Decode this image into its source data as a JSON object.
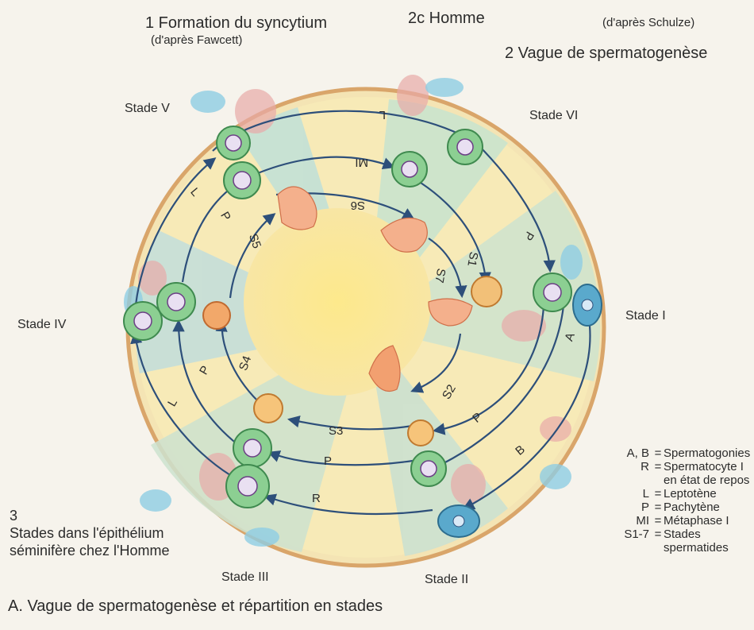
{
  "titles": {
    "t1": "1 Formation du syncytium",
    "t1_sub": "(d'après Fawcett)",
    "t2c": "2c Homme",
    "t2c_src": "(d'après Schulze)",
    "t2": "2 Vague de spermatogenèse"
  },
  "stages": {
    "s1": "Stade I",
    "s2": "Stade II",
    "s3": "Stade III",
    "s4": "Stade IV",
    "s5": "Stade V",
    "s6": "Stade VI"
  },
  "arrow_labels": {
    "L_top": "L",
    "MI": "MI",
    "S6": "S6",
    "S7": "S7",
    "S1": "S1",
    "P_right": "P",
    "A": "A",
    "S2": "S2",
    "P_lowright": "P",
    "B": "B",
    "S3": "S3",
    "P_bottom": "P",
    "R": "R",
    "S4": "S4",
    "P_left": "P",
    "L_left": "L",
    "S5": "S5",
    "P_upleft": "P",
    "L_upleft": "L"
  },
  "legend": [
    {
      "key": "A, B",
      "value": "Spermatogonies"
    },
    {
      "key": "R",
      "value": "Spermatocyte I"
    },
    {
      "key": "",
      "value": "en état de repos"
    },
    {
      "key": "L",
      "value": "Leptotène"
    },
    {
      "key": "P",
      "value": "Pachytène"
    },
    {
      "key": "MI",
      "value": "Métaphase I"
    },
    {
      "key": "S1-7",
      "value": "Stades"
    },
    {
      "key": "",
      "value": "spermatides"
    }
  ],
  "section3": {
    "num": "3",
    "line1": "Stades dans l'épithélium",
    "line2": "séminifère chez l'Homme"
  },
  "caption": "A. Vague de spermatogenèse et répartition en stades",
  "colors": {
    "ring_yellow": "#f7e8a8",
    "center_yellow": "#fbe59b",
    "spermatocyte_green": "#7cc38a",
    "spermatogonia_blue": "#6fb6d2",
    "tissue_pink": "#e6a3a3",
    "arrow": "#2d4f7a"
  }
}
